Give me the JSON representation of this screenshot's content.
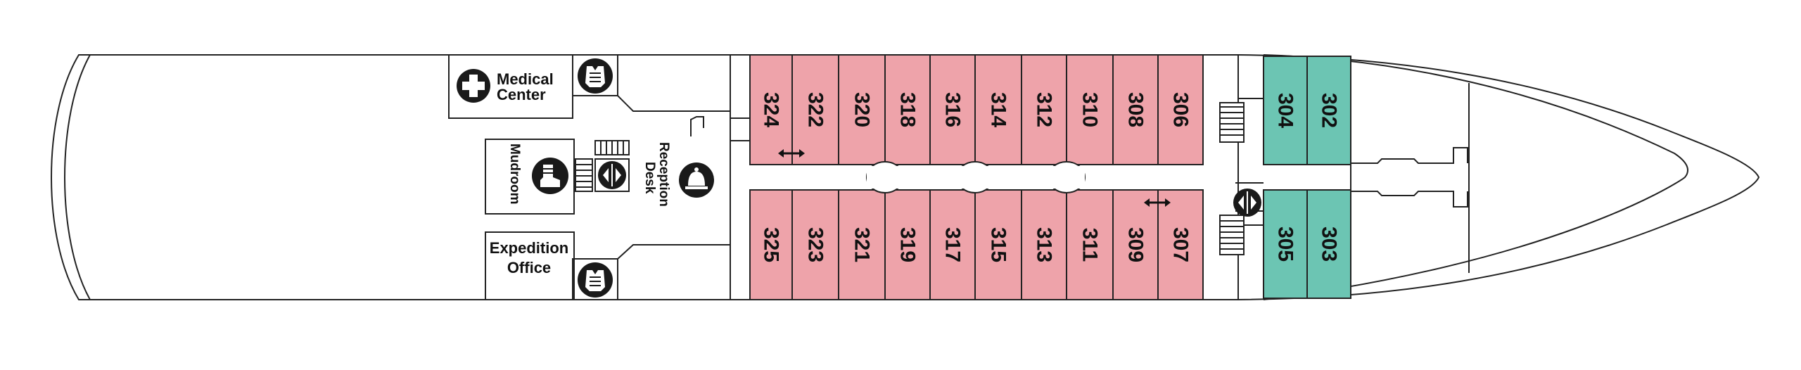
{
  "colors": {
    "pink_cabin": "#EEA3AA",
    "teal_cabin": "#6CC5B3",
    "outline": "#222222",
    "icon_dark": "#1a1a1a"
  },
  "rooms": {
    "medical_line1": "Medical",
    "medical_line2": "Center",
    "mudroom": "Mudroom",
    "reception_line1": "Reception",
    "reception_line2": "Desk",
    "expedition_line1": "Expedition",
    "expedition_line2": "Office"
  },
  "cabins": {
    "pink_top": [
      "324",
      "322",
      "320",
      "318",
      "316",
      "314",
      "312",
      "310",
      "308",
      "306"
    ],
    "pink_bottom": [
      "325",
      "323",
      "321",
      "319",
      "317",
      "315",
      "313",
      "311",
      "309",
      "307"
    ],
    "teal_top": [
      "304",
      "302"
    ],
    "teal_bottom": [
      "305",
      "303"
    ]
  },
  "icons": [
    "medical-cross-icon",
    "lifejacket-icon",
    "boot-icon",
    "elevator-icon",
    "stairs-icon",
    "reception-bell-icon",
    "connecting-door-icon"
  ]
}
